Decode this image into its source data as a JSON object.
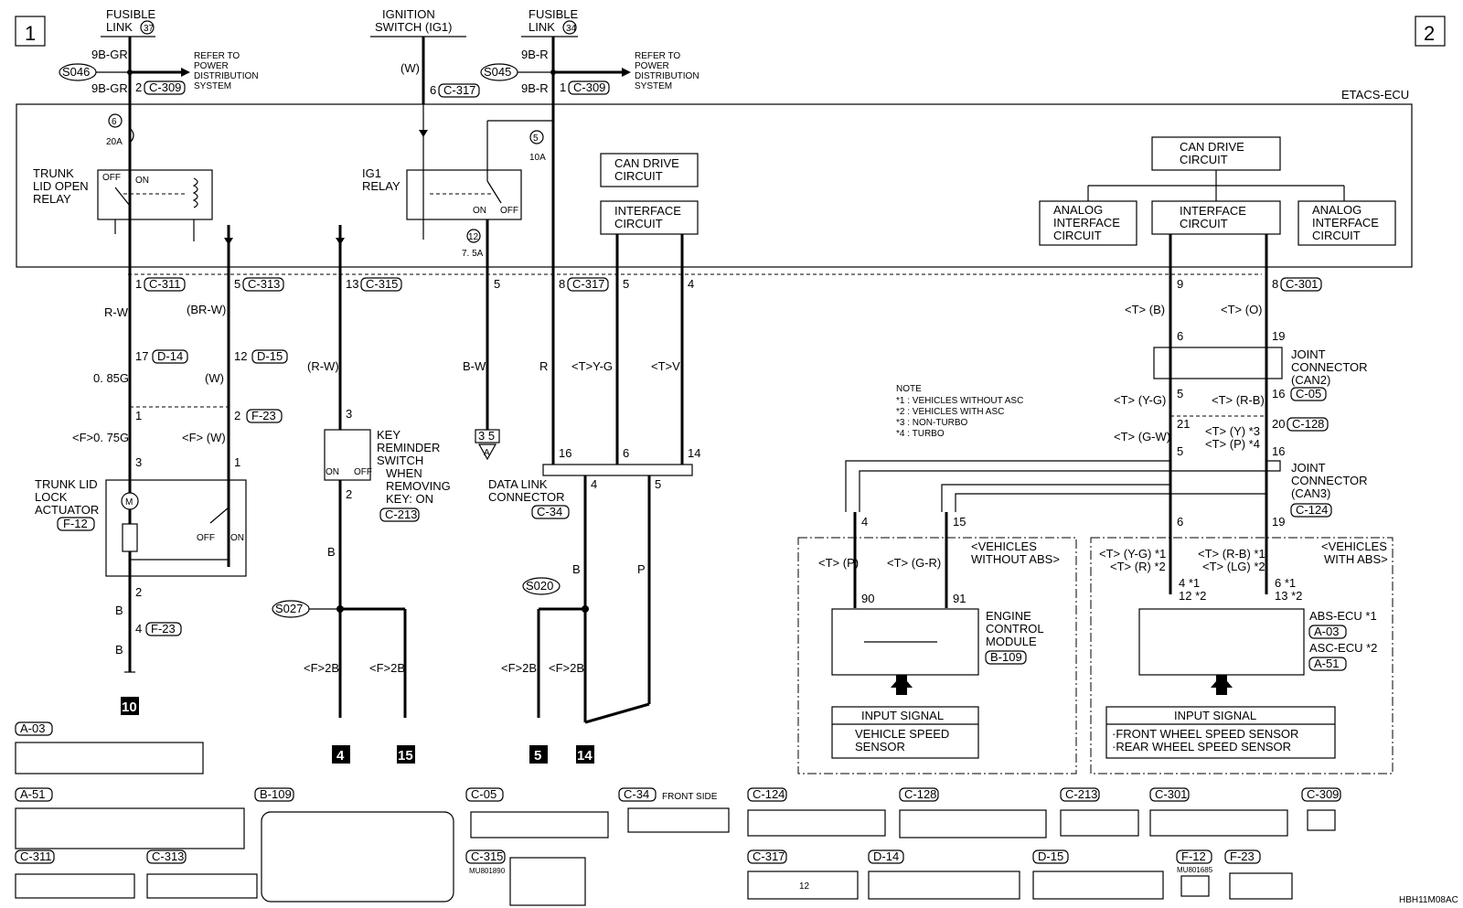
{
  "page_markers": {
    "left": "1",
    "right": "2"
  },
  "ecu_label": "ETACS-ECU",
  "fusible_link_37": {
    "line1": "FUSIBLE",
    "line2": "LINK",
    "num": "37"
  },
  "fusible_link_34": {
    "line1": "FUSIBLE",
    "line2": "LINK",
    "num": "34"
  },
  "ignition_switch": {
    "line1": "IGNITION",
    "line2": "SWITCH (IG1)"
  },
  "splices": {
    "s046": "S046",
    "s045": "S045",
    "s027": "S027",
    "s020": "S020"
  },
  "refer": {
    "line1": "REFER TO",
    "line2": "POWER",
    "line3": "DISTRIBUTION",
    "line4": "SYSTEM"
  },
  "wires": {
    "w9bgr": "9B-GR",
    "w9br": "9B-R",
    "w_w": "(W)",
    "rw": "R-W",
    "brw": "(BR-W)",
    "g085": "0. 85G",
    "w_paren": "(W)",
    "f075g": "<F>0. 75G",
    "fw": "<F> (W)",
    "rw_paren": "(R-W)",
    "bw": "B-W",
    "r": "R",
    "tyg": "<T>Y-G",
    "tv": "<T>V",
    "b": "B",
    "p": "P",
    "f2b": "<F>2B",
    "tb": "<T> (B)",
    "to": "<T> (O)",
    "tyg2": "<T> (Y-G)",
    "trb": "<T> (R-B)",
    "tgw": "<T> (G-W)",
    "ty3": "<T> (Y) *3",
    "tp4": "<T> (P) *4",
    "tp": "<T> (P)",
    "tgr": "<T> (G-R)",
    "tyg1": "<T> (Y-G) *1",
    "tr2": "<T> (R) *2",
    "trb1": "<T> (R-B) *1",
    "tlg2": "<T> (LG) *2"
  },
  "fuses": {
    "f6": "6",
    "f6a": "20A",
    "f5": "5",
    "f5a": "10A",
    "f12": "12",
    "f12a": "7. 5A"
  },
  "relays": {
    "trunk": {
      "l1": "TRUNK",
      "l2": "LID OPEN",
      "l3": "RELAY",
      "off": "OFF",
      "on": "ON"
    },
    "ig1": {
      "l1": "IG1",
      "l2": "RELAY",
      "on": "ON",
      "off": "OFF"
    }
  },
  "can_left": {
    "drive1": "CAN DRIVE",
    "drive2": "CIRCUIT",
    "iface1": "INTERFACE",
    "iface2": "CIRCUIT"
  },
  "can_right": {
    "drive1": "CAN DRIVE",
    "drive2": "CIRCUIT",
    "iface1": "INTERFACE",
    "iface2": "CIRCUIT",
    "analog1": "ANALOG",
    "analog2": "INTERFACE",
    "analog3": "CIRCUIT"
  },
  "pins": {
    "p2c309": "2",
    "c309": "C-309",
    "p6c317": "6",
    "c317": "C-317",
    "p1c309": "1",
    "p1": "1",
    "c311": "C-311",
    "p5": "5",
    "c313": "C-313",
    "p13": "13",
    "c315": "C-315",
    "p5b": "5",
    "p8": "8",
    "p5c": "5",
    "p4": "4",
    "p9": "9",
    "p8b": "8",
    "c301": "C-301",
    "p17": "17",
    "d14": "D-14",
    "p12": "12",
    "d15": "D-15",
    "p1b": "1",
    "p2": "2",
    "f23": "F-23",
    "p3": "3",
    "p1c": "1",
    "p3b": "3",
    "p2b": "2",
    "p2c": "2",
    "p4b": "4",
    "f23b": "F-23",
    "p16": "16",
    "p6": "6",
    "p14": "14",
    "p4c": "4",
    "p5d": "5",
    "p6b": "6",
    "p19": "19",
    "p5e": "5",
    "p16b": "16",
    "c05": "C-05",
    "p21": "21",
    "p20": "20",
    "c128": "C-128",
    "p5f": "5",
    "p16c": "16",
    "c124": "C-124",
    "p4d": "4",
    "p15": "15",
    "p6c": "6",
    "p19b": "19",
    "p90": "90",
    "p91": "91",
    "p4s": "4 *1",
    "p12s": "12 *2",
    "p6s": "6 *1",
    "p13s": "13 *2",
    "gnd_a": "3 5"
  },
  "trunk_actuator": {
    "l1": "TRUNK LID",
    "l2": "LOCK",
    "l3": "ACTUATOR",
    "conn": "F-12",
    "off": "OFF",
    "on": "ON"
  },
  "key_switch": {
    "l1": "KEY",
    "l2": "REMINDER",
    "l3": "SWITCH",
    "l4": "WHEN",
    "l5": "REMOVING",
    "l6": "KEY: ON",
    "conn": "C-213",
    "on": "ON",
    "off": "OFF"
  },
  "dlc": {
    "l1": "DATA LINK",
    "l2": "CONNECTOR",
    "conn": "C-34"
  },
  "note": {
    "title": "NOTE",
    "n1": "*1 : VEHICLES WITHOUT ASC",
    "n2": "*2 : VEHICLES WITH ASC",
    "n3": "*3 : NON-TURBO",
    "n4": "*4 : TURBO"
  },
  "joint2": {
    "l1": "JOINT",
    "l2": "CONNECTOR",
    "l3": "(CAN2)"
  },
  "joint3": {
    "l1": "JOINT",
    "l2": "CONNECTOR",
    "l3": "(CAN3)"
  },
  "no_abs": {
    "l1": "<VEHICLES",
    "l2": "WITHOUT ABS>"
  },
  "with_abs": {
    "l1": "<VEHICLES",
    "l2": "WITH ABS>"
  },
  "ecm": {
    "l1": "ENGINE",
    "l2": "CONTROL",
    "l3": "MODULE",
    "conn": "B-109"
  },
  "abs": {
    "l1": "ABS-ECU *1",
    "conn1": "A-03",
    "l2": "ASC-ECU *2",
    "conn2": "A-51"
  },
  "input_left": {
    "title": "INPUT SIGNAL",
    "l1": "VEHICLE SPEED",
    "l2": "SENSOR"
  },
  "input_right": {
    "title": "INPUT SIGNAL",
    "l1": "·FRONT WHEEL SPEED SENSOR",
    "l2": "·REAR WHEEL SPEED SENSOR"
  },
  "grounds": {
    "g10": "10",
    "g4": "4",
    "g15": "15",
    "g5": "5",
    "g14": "14",
    "ga": "A"
  },
  "connectors": {
    "a03": "A-03",
    "a51": "A-51",
    "b109": "B-109",
    "c05": "C-05",
    "c34": "C-34",
    "front_side": "FRONT SIDE",
    "c124": "C-124",
    "c128": "C-128",
    "c213": "C-213",
    "c301": "C-301",
    "c309": "C-309",
    "c311": "C-311",
    "c313": "C-313",
    "c315": "C-315",
    "mu1": "MU801890",
    "c317": "C-317",
    "d14": "D-14",
    "d15": "D-15",
    "f12": "F-12",
    "mu2": "MU801685",
    "f23": "F-23",
    "c317_mid": "12"
  },
  "code": "HBH11M08AC"
}
